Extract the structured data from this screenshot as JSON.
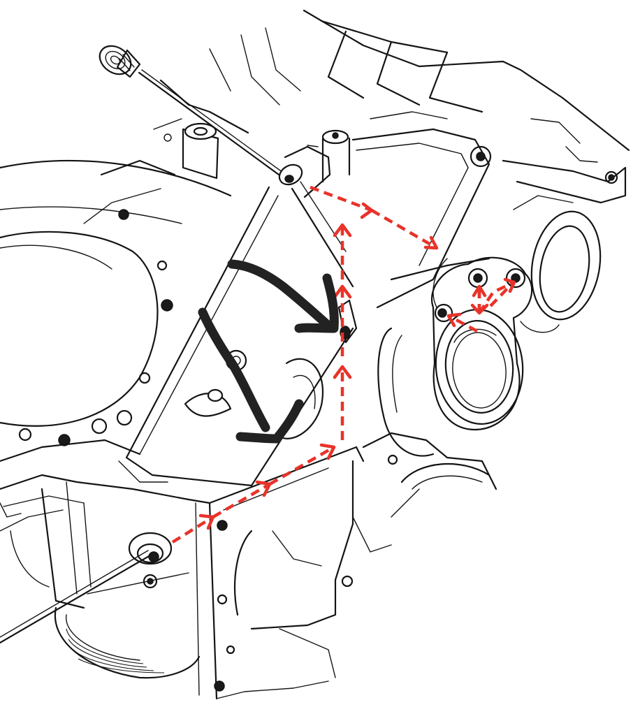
{
  "figure": {
    "kind": "engine block line drawing with hand-drawn annotations",
    "colors": {
      "background": "#ffffff",
      "line_art": "#141414",
      "dashed_flow": "#e8332a",
      "marker": "#222222"
    },
    "annotations": {
      "flow_arrows": {
        "style": "dashed",
        "color": "#e8332a",
        "count": 14
      },
      "marker_arrows": {
        "style": "freehand",
        "color": "#222222",
        "count": 2
      }
    }
  }
}
